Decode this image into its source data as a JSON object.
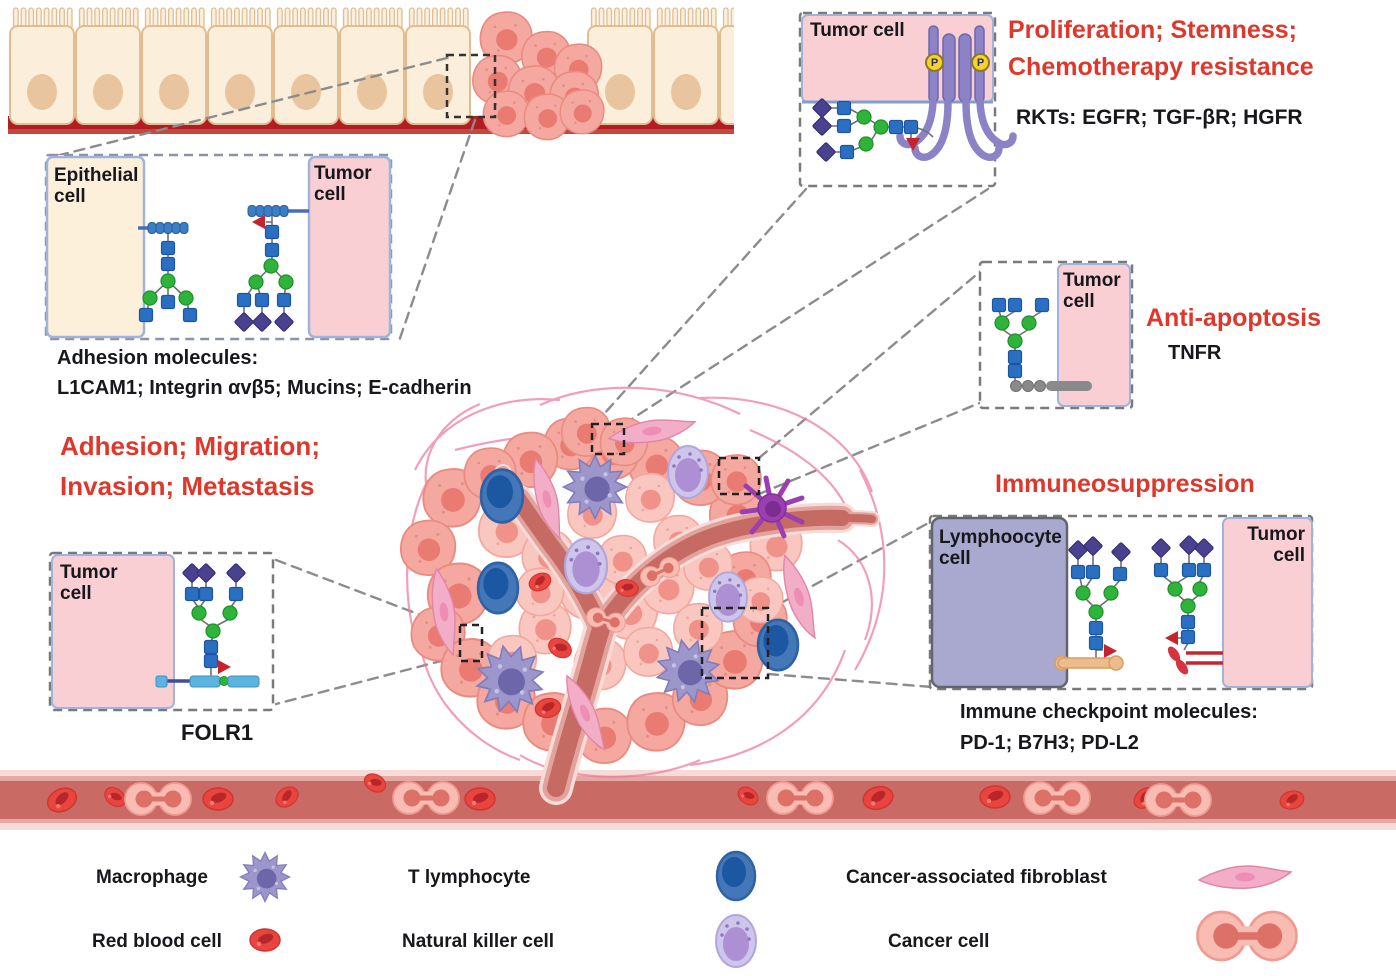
{
  "colors": {
    "accent_red": "#de372b",
    "text_black": "#17171c",
    "tumor_box_pink": "#f9cfd4",
    "epithelial_box_cream": "#fdf0da",
    "lymphocyte_box_lavender": "#a9a8ce"
  },
  "panels": {
    "adhesion": {
      "epithelial_cell_label": "Epithelial cell",
      "tumor_cell_label": "Tumor cell",
      "molecules_heading": "Adhesion molecules:",
      "molecules_list": "L1CAM1; Integrin αvβ5; Mucins; E-cadherin",
      "process_line1": "Adhesion; Migration;",
      "process_line2": "Invasion; Metastasis"
    },
    "rtk": {
      "tumor_cell_label": "Tumor cell",
      "phospho_label": "P",
      "process_line1": "Proliferation; Stemness;",
      "process_line2": "Chemotherapy resistance",
      "receptors_label": "RKTs: EGFR; TGF-βR; HGFR"
    },
    "folr1": {
      "tumor_cell_label": "Tumor cell",
      "molecule_label": "FOLR1"
    },
    "tnfr": {
      "tumor_cell_label": "Tumor cell",
      "process_label": "Anti-apoptosis",
      "receptor_label": "TNFR"
    },
    "immuno": {
      "lymphocyte_cell_label": "Lymphoocyte cell",
      "tumor_cell_label": "Tumor cell",
      "process_label": "Immuneosuppression",
      "molecules_heading": "Immune checkpoint molecules:",
      "molecules_list": "PD-1; B7H3; PD-L2"
    }
  },
  "legend": {
    "items": [
      {
        "label": "Macrophage",
        "icon": "macrophage-icon"
      },
      {
        "label": "T lymphocyte",
        "icon": "t-lymphocyte-icon"
      },
      {
        "label": "Cancer-associated fibroblast",
        "icon": "fibroblast-icon"
      },
      {
        "label": "Red blood cell",
        "icon": "red-blood-cell-icon"
      },
      {
        "label": "Natural killer cell",
        "icon": "natural-killer-cell-icon"
      },
      {
        "label": "Cancer cell",
        "icon": "cancer-cell-icon"
      }
    ]
  }
}
